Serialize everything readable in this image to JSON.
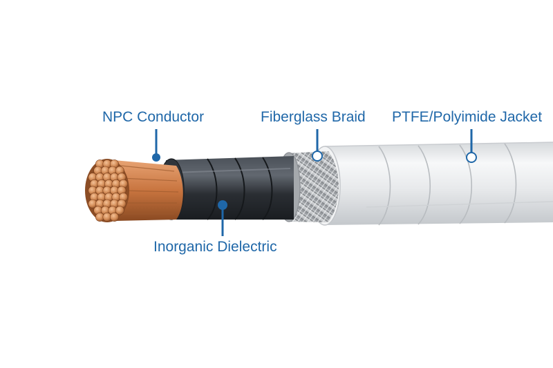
{
  "labels": {
    "conductor": "NPC Conductor",
    "braid": "Fiberglass Braid",
    "jacket": "PTFE/Polyimide Jacket",
    "dielectric": "Inorganic Dielectric"
  },
  "colors": {
    "callout": "#1f67a8",
    "copper": "#c8743f",
    "dielectric": "#2b3036",
    "braid": "#b9bcbf",
    "jacket": "#eceef0"
  }
}
